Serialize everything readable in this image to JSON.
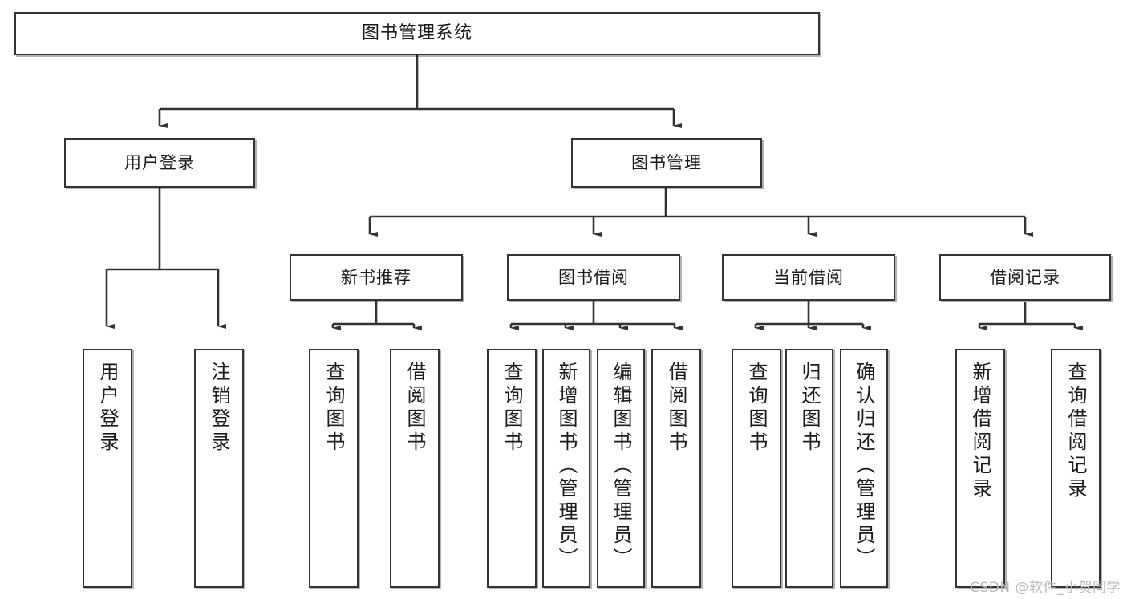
{
  "diagram": {
    "title": "图书管理系统",
    "type": "tree",
    "watermark": "CSDN @软件_小贺同学",
    "colors": {
      "background": "#ffffff",
      "border": "#333333",
      "connector": "#333333",
      "text": "#1a1a1a",
      "watermark": "#b9b9b9"
    },
    "root": {
      "id": "root",
      "label": "图书管理系统"
    },
    "level1": [
      {
        "id": "n-user-login",
        "label": "用户登录"
      },
      {
        "id": "n-book-manage",
        "label": "图书管理"
      }
    ],
    "level2": [
      {
        "id": "n-new-book-rec",
        "label": "新书推荐",
        "parent": "n-book-manage"
      },
      {
        "id": "n-book-borrow",
        "label": "图书借阅",
        "parent": "n-book-manage"
      },
      {
        "id": "n-current-borrow",
        "label": "当前借阅",
        "parent": "n-book-manage"
      },
      {
        "id": "n-borrow-record",
        "label": "借阅记录",
        "parent": "n-book-manage"
      }
    ],
    "leaves": [
      {
        "id": "l-user-login",
        "label": "用户登录",
        "parent": "n-user-login"
      },
      {
        "id": "l-user-logout",
        "label": "注销登录",
        "parent": "n-user-login"
      },
      {
        "id": "l-query-book-1",
        "label": "查询图书",
        "parent": "n-new-book-rec"
      },
      {
        "id": "l-borrow-book-1",
        "label": "借阅图书",
        "parent": "n-new-book-rec"
      },
      {
        "id": "l-query-book-2",
        "label": "查询图书",
        "parent": "n-book-borrow"
      },
      {
        "id": "l-add-book",
        "label": "新增图书（管理员）",
        "parent": "n-book-borrow"
      },
      {
        "id": "l-edit-book",
        "label": "编辑图书（管理员）",
        "parent": "n-book-borrow"
      },
      {
        "id": "l-borrow-book-2",
        "label": "借阅图书",
        "parent": "n-book-borrow"
      },
      {
        "id": "l-query-book-3",
        "label": "查询图书",
        "parent": "n-current-borrow"
      },
      {
        "id": "l-return-book",
        "label": "归还图书",
        "parent": "n-current-borrow"
      },
      {
        "id": "l-confirm-return",
        "label": "确认归还（管理员）",
        "parent": "n-current-borrow"
      },
      {
        "id": "l-add-record",
        "label": "新增借阅记录",
        "parent": "n-borrow-record"
      },
      {
        "id": "l-query-record",
        "label": "查询借阅记录",
        "parent": "n-borrow-record"
      }
    ]
  }
}
